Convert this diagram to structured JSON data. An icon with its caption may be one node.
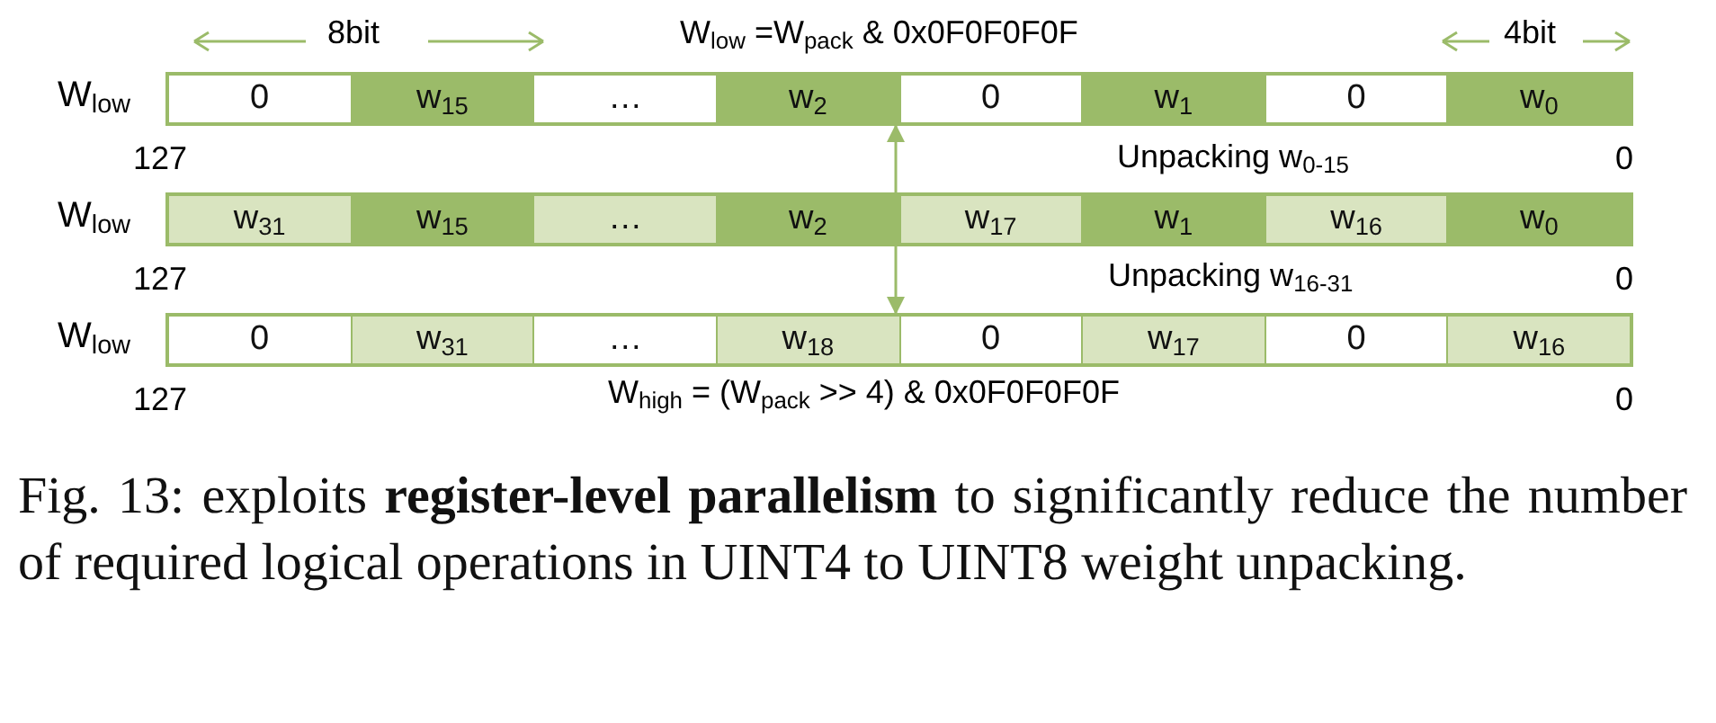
{
  "diagram": {
    "caption": "Fig. 13: exploits **register-level parallelism** to significantly reduce the number of required logical operations in UINT4 to UINT8 weight unpacking.",
    "nodes": [
      {
        "text": [
          "W$_{low}$"
        ],
        "beside": [
          "127",
          "0"
        ]
      },
      {
        "text": [
          "0"
        ],
        "in": 0
      },
      {
        "text": [
          "w$_{15}$"
        ],
        "in": 0
      },
      {
        "text": [
          "…"
        ],
        "in": 0
      },
      {
        "text": [
          "w$_{2}$"
        ],
        "in": 0
      },
      {
        "text": [
          "0"
        ],
        "in": 0
      },
      {
        "text": [
          "w$_{1}$"
        ],
        "in": 0
      },
      {
        "text": [
          "0"
        ],
        "in": 0
      },
      {
        "text": [
          "w$_{0}$"
        ],
        "in": 0
      },
      {
        "text": [
          "W$_{low}$"
        ],
        "beside": [
          "127",
          "0"
        ]
      },
      {
        "text": [
          "w$_{31}$"
        ],
        "in": 9
      },
      {
        "text": [
          "w$_{15}$"
        ],
        "in": 9
      },
      {
        "text": [
          "…"
        ],
        "in": 9
      },
      {
        "text": [
          "w$_{2}$"
        ],
        "in": 9
      },
      {
        "text": [
          "w$_{17}$"
        ],
        "in": 9
      },
      {
        "text": [
          "w$_{1}$"
        ],
        "in": 9
      },
      {
        "text": [
          "w$_{16}$"
        ],
        "in": 9
      },
      {
        "text": [
          "w$_{0}$"
        ],
        "in": 9
      },
      {
        "text": [
          "W$_{low}$"
        ],
        "beside": [
          "127",
          "0"
        ]
      },
      {
        "text": [
          "0"
        ],
        "in": 18
      },
      {
        "text": [
          "w$_{31}$"
        ],
        "in": 18
      },
      {
        "text": [
          "…"
        ],
        "in": 18
      },
      {
        "text": [
          "w$_{18}$"
        ],
        "in": 18
      },
      {
        "text": [
          "0"
        ],
        "in": 18
      },
      {
        "text": [
          "w$_{17}$"
        ],
        "in": 18
      },
      {
        "text": [
          "0"
        ],
        "in": 18
      },
      {
        "text": [
          "w$_{16}$"
        ],
        "in": 18
      }
    ],
    "edges": [
      {
        "from": 9,
        "to": 0,
        "arrow": "to"
      },
      {
        "from": 9,
        "to": 18,
        "arrow": "to"
      }
    ],
    "labels": [
      "8bit",
      "W$_{low}$ =W$_{pack}$ & 0x0F0F0F0F",
      "4bit",
      "Unpacking w$_{0-15}$",
      "Unpacking w$_{16-31}$",
      "W$_{high}$ = (W$_{pack}$ >> 4) & 0x0F0F0F0F"
    ]
  }
}
